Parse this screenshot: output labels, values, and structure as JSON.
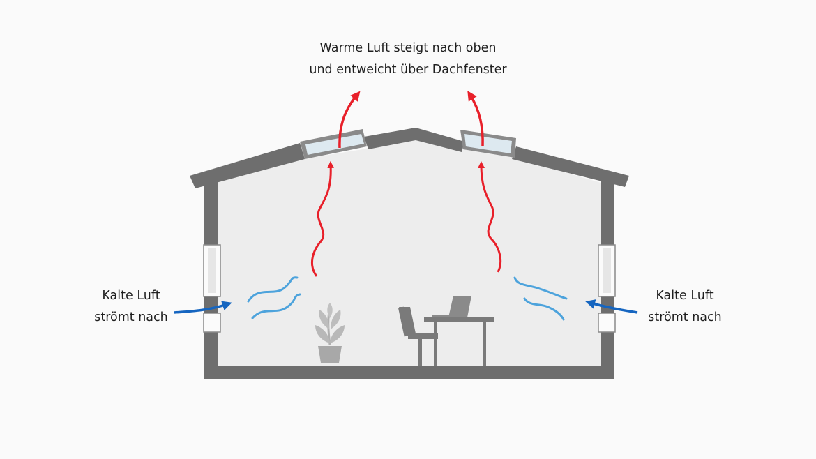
{
  "labels": {
    "top_line1": "Warme Luft steigt nach oben",
    "top_line2": "und entweicht über Dachfenster",
    "left_line1": "Kalte Luft",
    "left_line2": "strömt nach",
    "right_line1": "Kalte Luft",
    "right_line2": "strömt nach"
  },
  "colors": {
    "warm_air": "#e8202a",
    "cold_air": "#4da3dc",
    "inflow_arrow": "#1565c0",
    "wall": "#6e6e6e",
    "interior": "#ededed",
    "furniture": "#7a7a7a",
    "plant": "#b0b0b0"
  }
}
